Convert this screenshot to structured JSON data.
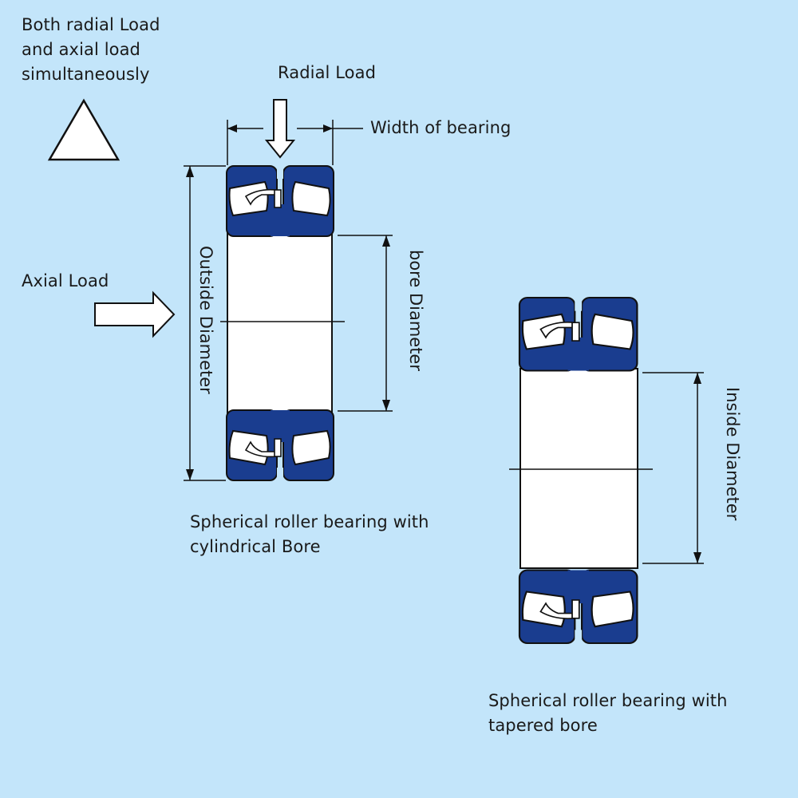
{
  "labels": {
    "combined_load": [
      "Both radial Load",
      "and axial load",
      "simultaneously"
    ],
    "radial_load": "Radial Load",
    "width_of_bearing": "Width of bearing",
    "axial_load": "Axial Load",
    "outside_diameter": "Outside Diameter",
    "bore_diameter": "bore Diameter",
    "inside_diameter": "Inside Diameter",
    "caption_cylindrical": [
      "Spherical roller bearing with",
      "cylindrical Bore"
    ],
    "caption_tapered": [
      "Spherical roller bearing with",
      "tapered bore"
    ]
  },
  "colors": {
    "background": "#c3e5fa",
    "bearing_blue": "#1a3d8f",
    "outline": "#111111",
    "fill_white": "#ffffff"
  }
}
